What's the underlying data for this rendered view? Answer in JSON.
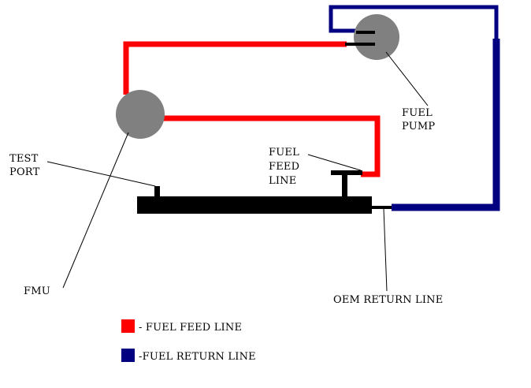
{
  "labels": {
    "test_port_1": "TEST",
    "test_port_2": "PORT",
    "fmu": "FMU",
    "fuel_feed_1": "FUEL",
    "fuel_feed_2": "FEED",
    "fuel_feed_3": "LINE",
    "fuel_pump_1": "FUEL",
    "fuel_pump_2": "PUMP",
    "oem_return": "OEM RETURN LINE"
  },
  "legend": {
    "feed": {
      "label": "- FUEL FEED LINE",
      "color": "#ff0000"
    },
    "return": {
      "label": "-FUEL RETURN LINE",
      "color": "#000080"
    }
  },
  "colors": {
    "feed_line": "#ff0000",
    "return_line": "#000080",
    "component": "#808080",
    "rail": "#000000"
  }
}
